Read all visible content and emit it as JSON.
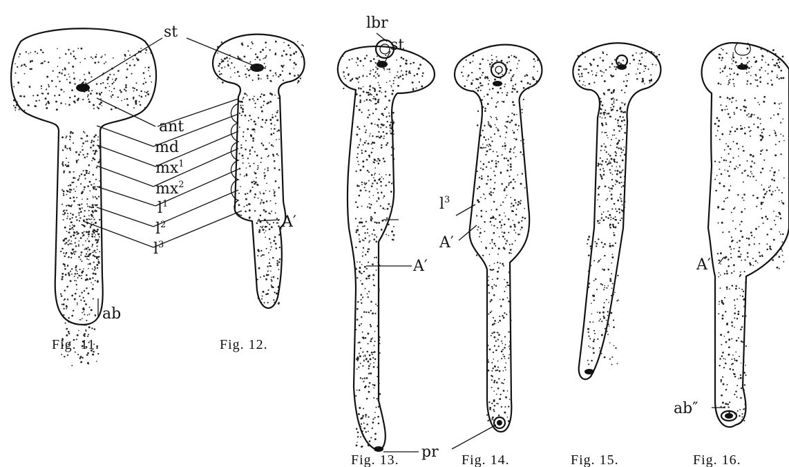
{
  "labels": {
    "st": "st",
    "lbr": "lbr",
    "ant": "ant",
    "md": "md",
    "mx1_base": "mx",
    "mx1_sup": "1",
    "mx2_base": "mx",
    "mx2_sup": "2",
    "l1_base": "l",
    "l1_sup": "1",
    "l2_base": "l",
    "l2_sup": "2",
    "l3_base": "l",
    "l3_sup": "3",
    "ab": "ab",
    "a_prime": "A′",
    "pr": "pr",
    "ab_double_prime": "ab″"
  },
  "captions": {
    "fig11": "Fig. 11.",
    "fig12": "Fig. 12.",
    "fig13": "Fig. 13.",
    "fig14": "Fig. 14.",
    "fig15": "Fig. 15.",
    "fig16": "Fig. 16."
  },
  "colors": {
    "ink": "#111111",
    "paper": "#ffffff"
  }
}
